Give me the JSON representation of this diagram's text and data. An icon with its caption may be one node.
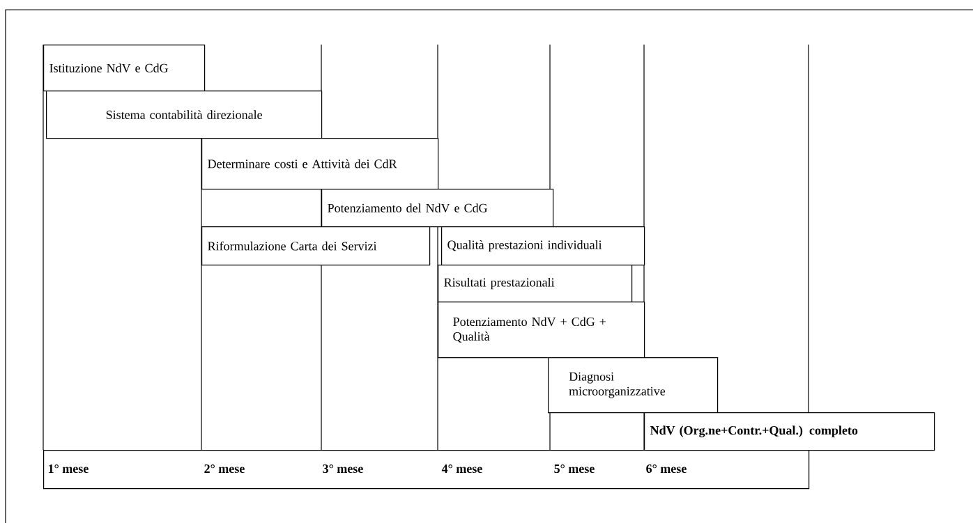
{
  "diagram": {
    "nodes": [
      {
        "text": [
          "Istituzione NdV e CdG"
        ]
      },
      {
        "text": [
          "Sistema contabilità direzionale"
        ]
      },
      {
        "text": [
          "Determinare costi e Attività dei CdR"
        ]
      },
      {
        "text": [
          "Potenziamento del NdV e CdG"
        ]
      },
      {
        "text": [
          "Riformulazione Carta dei Servizi"
        ]
      },
      {
        "text": [
          "Qualità prestazioni individuali"
        ]
      },
      {
        "text": [
          "Risultati prestazionali"
        ]
      },
      {
        "text": [
          "Potenziamento NdV + CdG + Qualità"
        ]
      },
      {
        "text": [
          "Diagnosi microorganizzative"
        ]
      },
      {
        "text": [
          "NdV (Org.ne+Contr.+Qual.) completo"
        ]
      },
      {
        "text": [
          "1° mese",
          "2° mese",
          "3° mese",
          "4° mese",
          "5° mese",
          "6° mese"
        ]
      }
    ]
  }
}
